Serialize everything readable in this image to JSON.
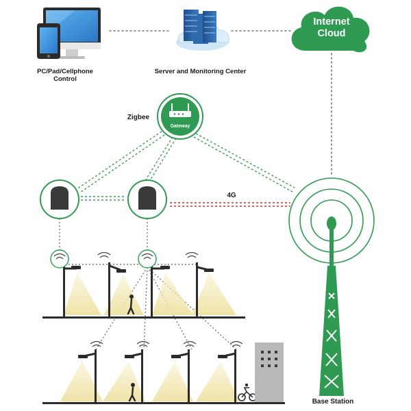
{
  "labels": {
    "control": "PC/Pad/Cellphone\nControl",
    "server": "Server and Monitoring Center",
    "cloud": "Internet\nCloud",
    "zigbee": "Zigbee",
    "gateway": "Gateway",
    "fourg": "4G",
    "base_station": "Base Station"
  },
  "colors": {
    "green": "#2e9a52",
    "dark_green": "#1f7a3c",
    "link_green": "#3d9a55",
    "link_red": "#c0392b",
    "lamp_glow": "#efe3a6",
    "device": "#3a3a3a",
    "building": "#b9b9b9"
  },
  "icons": [
    "monitor-icon",
    "tablet-icon",
    "server-icon",
    "cloud-icon",
    "gateway-router-icon",
    "zigbee-node-icon",
    "wifi-signal-icon",
    "street-lamp-icon",
    "pedestrian-icon",
    "cyclist-icon",
    "building-icon",
    "signal-tower-icon"
  ]
}
